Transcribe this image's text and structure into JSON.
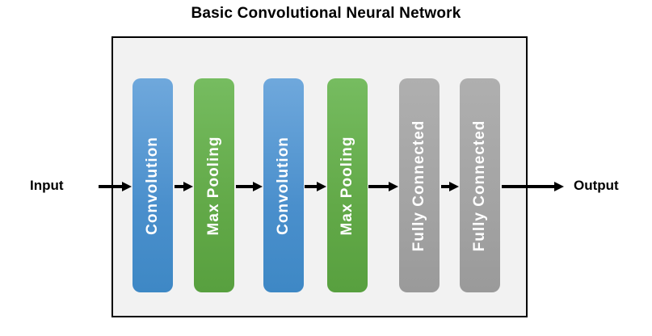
{
  "title": "Basic Convolutional Neural Network",
  "labels": {
    "input": "Input",
    "output": "Output"
  },
  "blocks": [
    {
      "label": "Convolution",
      "type": "convolution",
      "color": "#4A8FCC"
    },
    {
      "label": "Max Pooling",
      "type": "max-pooling",
      "color": "#62A948"
    },
    {
      "label": "Convolution",
      "type": "convolution",
      "color": "#4A8FCC"
    },
    {
      "label": "Max Pooling",
      "type": "max-pooling",
      "color": "#62A948"
    },
    {
      "label": "Fully Connected",
      "type": "fully-connected",
      "color": "#A3A3A3"
    },
    {
      "label": "Fully Connected",
      "type": "fully-connected",
      "color": "#A3A3A3"
    }
  ],
  "flow": [
    "Input",
    "Convolution",
    "Max Pooling",
    "Convolution",
    "Max Pooling",
    "Fully Connected",
    "Fully Connected",
    "Output"
  ],
  "colors": {
    "blue_block_top": "#6FA8DC",
    "blue_block_bottom": "#3E88C5",
    "green_block_top": "#76BC60",
    "green_block_bottom": "#58A03F",
    "gray_block_top": "#AFAFAF",
    "gray_block_bottom": "#9A9A9A",
    "frame_background": "#F2F2F2",
    "frame_border": "#000000",
    "block_text": "#FFFFFF",
    "arrow": "#000000",
    "title_text": "#000000"
  }
}
